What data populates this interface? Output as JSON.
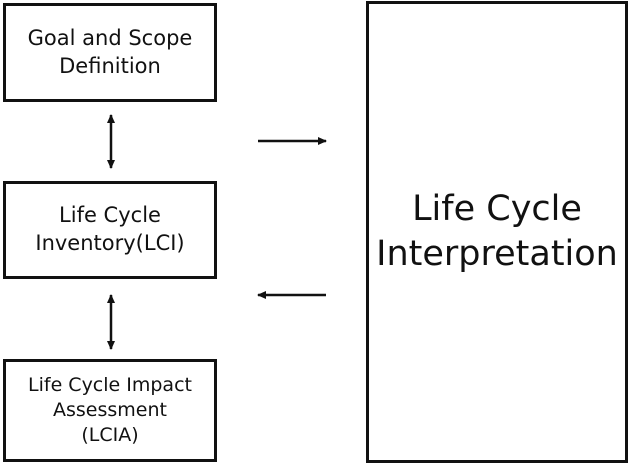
{
  "stages": {
    "goal_scope": "Goal and Scope\nDefinition",
    "inventory": "Life Cycle\nInventory(LCI)",
    "impact": "Life Cycle Impact\nAssessment\n(LCIA)",
    "interpretation": "Life Cycle\nInterpretation"
  },
  "colors": {
    "line": "#111111",
    "background": "#ffffff"
  }
}
